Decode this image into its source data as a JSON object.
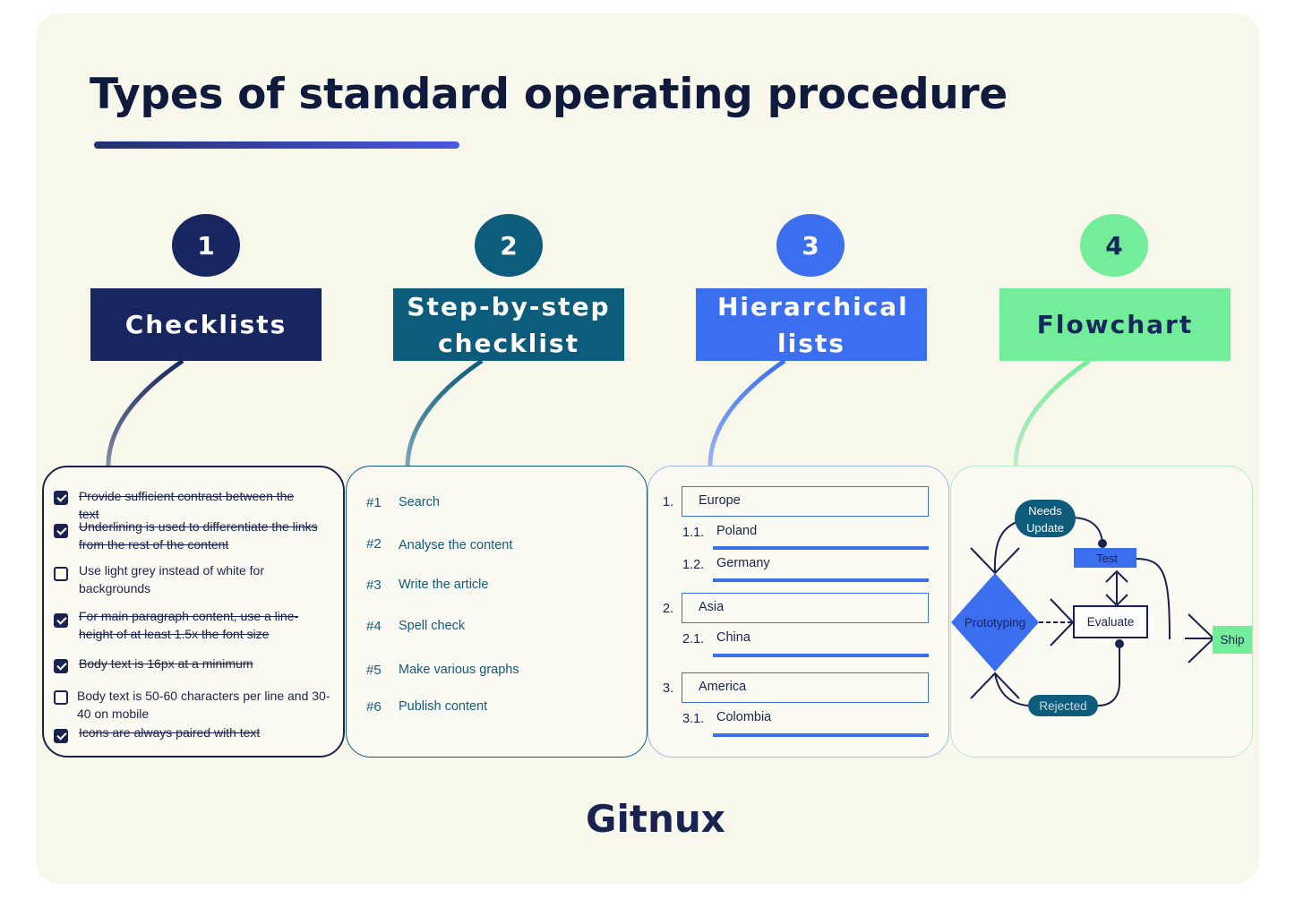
{
  "title": "Types of standard operating procedure",
  "colors": {
    "navy": "#17265e",
    "teal": "#0d5c7c",
    "blue": "#3c6ef0",
    "green": "#73ed99",
    "background": "#f8f7ec"
  },
  "sections": [
    {
      "number": "1",
      "label": "Checklists"
    },
    {
      "number": "2",
      "label": "Step-by-step checklist"
    },
    {
      "number": "3",
      "label": "Hierarchical lists"
    },
    {
      "number": "4",
      "label": "Flowchart"
    }
  ],
  "checklist": [
    {
      "text": "Provide sufficient contrast between the text",
      "checked": true
    },
    {
      "text": "Underlining is used to differentiate the links from the rest of the content",
      "checked": true
    },
    {
      "text": "Use light grey instead of white for backgrounds",
      "checked": false
    },
    {
      "text": "For main paragraph content, use a line-height of at least 1.5x the font size",
      "checked": true
    },
    {
      "text": "Body text is 16px at a minimum",
      "checked": true
    },
    {
      "text": "Body text is 50-60 characters per line and 30-40 on mobile",
      "checked": false
    },
    {
      "text": "Icons are always paired with text",
      "checked": true
    }
  ],
  "steps": [
    {
      "num": "#1",
      "label": "Search"
    },
    {
      "num": "#2",
      "label": "Analyse the content"
    },
    {
      "num": "#3",
      "label": "Write the article"
    },
    {
      "num": "#4",
      "label": "Spell check"
    },
    {
      "num": "#5",
      "label": "Make various graphs"
    },
    {
      "num": "#6",
      "label": "Publish content"
    }
  ],
  "hierarchy": [
    {
      "num": "1.",
      "label": "Europe",
      "children": [
        {
          "num": "1.1.",
          "label": "Poland"
        },
        {
          "num": "1.2.",
          "label": "Germany"
        }
      ]
    },
    {
      "num": "2.",
      "label": "Asia",
      "children": [
        {
          "num": "2.1.",
          "label": "China"
        }
      ]
    },
    {
      "num": "3.",
      "label": "America",
      "children": [
        {
          "num": "3.1.",
          "label": "Colombia"
        }
      ]
    }
  ],
  "flowchart": {
    "needs_update_1": "Needs",
    "needs_update_2": "Update",
    "test": "Test",
    "prototyping": "Prototyping",
    "evaluate": "Evaluate",
    "rejected": "Rejected",
    "ship": "Ship"
  },
  "brand": "Gitnux"
}
